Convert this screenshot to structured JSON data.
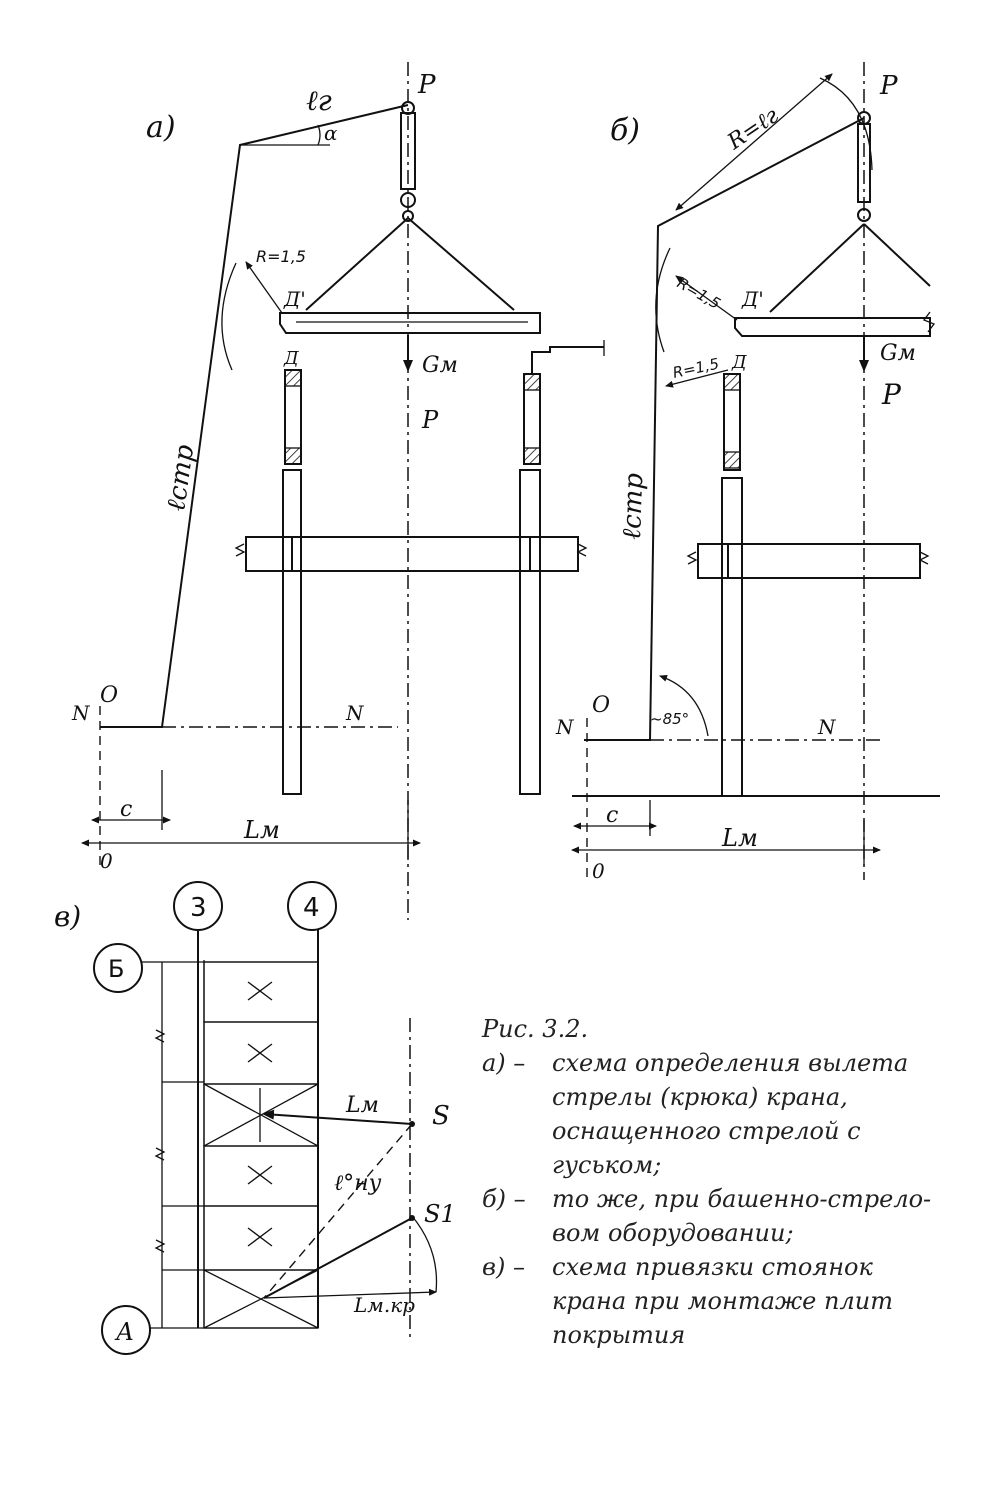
{
  "panels": {
    "a": {
      "tag": "а)",
      "P_top": "P",
      "lg": "ℓг",
      "alpha": "α",
      "R": "R=1,5",
      "D_prime": "Д'",
      "D": "Д",
      "Gm": "Gм",
      "P_mid": "P",
      "lstr": "ℓстр",
      "O": "O",
      "N_left": "N",
      "N_right": "N",
      "c": "c",
      "Lm": "Lм",
      "O_bottom": "0"
    },
    "b": {
      "tag": "б)",
      "P_top": "P",
      "R_lg": "R=ℓг",
      "R1": "R=1,5",
      "R2": "R=1,5",
      "D_prime": "Д'",
      "D": "Д",
      "Gm": "Gм",
      "P_mid": "P",
      "lstr": "ℓстр",
      "O": "O",
      "angle": "~85°",
      "N_left": "N",
      "N_right": "N",
      "c": "c",
      "Lm": "Lм",
      "O_bottom": "0"
    },
    "c": {
      "tag": "в)",
      "axis_3": "3",
      "axis_4": "4",
      "axis_B": "Б",
      "axis_A": "А",
      "Lm": "Lм",
      "S": "S",
      "S1": "S1",
      "lhy": "ℓ°ну",
      "Lmkr": "Lм.кр"
    }
  },
  "caption": {
    "title": "Рис. 3.2.",
    "items": [
      {
        "key": "а) –",
        "lines": [
          "схема определения вылета",
          "стрелы (крюка) крана,",
          "оснащенного стрелой с",
          "гуськом;"
        ]
      },
      {
        "key": "б) –",
        "lines": [
          "то же, при башенно-стрело-",
          "вом оборудовании;"
        ]
      },
      {
        "key": "в) –",
        "lines": [
          "схема привязки стоянок",
          "крана при монтаже плит",
          "покрытия"
        ]
      }
    ]
  }
}
